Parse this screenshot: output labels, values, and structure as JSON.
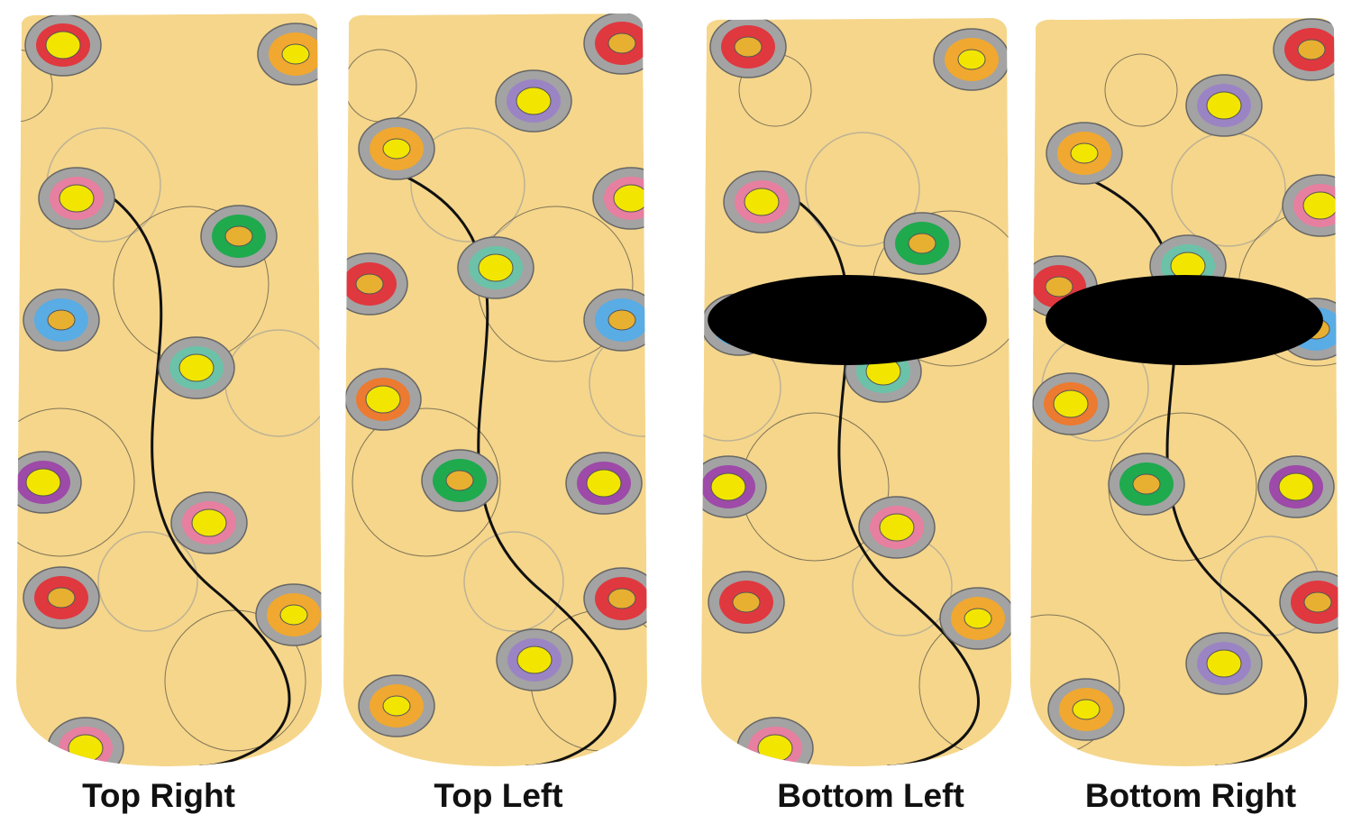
{
  "views": [
    {
      "label": "Top Right"
    },
    {
      "label": "Top Left"
    },
    {
      "label": "Bottom Left"
    },
    {
      "label": "Bottom Right"
    }
  ],
  "colors": {
    "fabric": "#f5d68b",
    "ring": "#a3a3a3",
    "dot": "#f2e600",
    "accents": [
      "#e0383f",
      "#f0a830",
      "#e77fa0",
      "#1faa4e",
      "#5aace4",
      "#6cc2a8",
      "#9b84c4",
      "#9d4aa8",
      "#ec7a30"
    ],
    "opening": "#000000"
  }
}
